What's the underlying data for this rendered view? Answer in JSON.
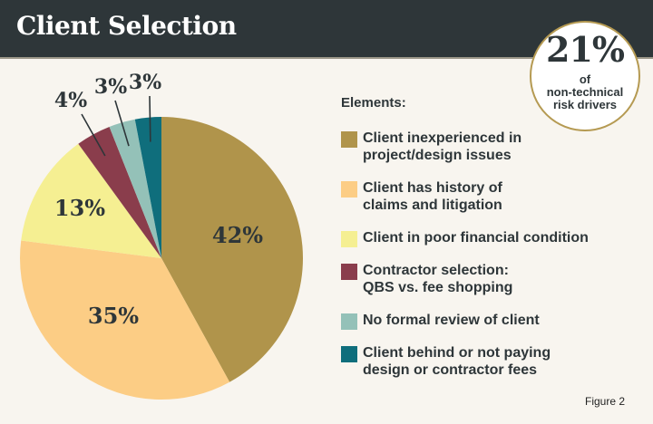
{
  "header": {
    "title": "Client Selection"
  },
  "badge": {
    "value": "21%",
    "line1": "of",
    "line2": "non-technical",
    "line3": "risk drivers"
  },
  "legend": {
    "title": "Elements:",
    "items": [
      {
        "label": "Client inexperienced in\nproject/design issues",
        "color": "#b0944b"
      },
      {
        "label": "Client has history of\nclaims and litigation",
        "color": "#fccd85"
      },
      {
        "label": "Client in poor financial condition",
        "color": "#f5ef92"
      },
      {
        "label": "Contractor selection:\nQBS vs. fee shopping",
        "color": "#8a3d4c"
      },
      {
        "label": "No formal review of client",
        "color": "#94c1b8"
      },
      {
        "label": "Client behind or not paying\ndesign or contractor fees",
        "color": "#0f6e7c"
      }
    ]
  },
  "figure_label": "Figure 2",
  "chart_data": {
    "type": "pie",
    "title": "Client Selection",
    "categories": [
      "Client inexperienced in project/design issues",
      "Client has history of claims and litigation",
      "Client in poor financial condition",
      "Contractor selection: QBS vs. fee shopping",
      "No formal review of client",
      "Client behind or not paying design or contractor fees"
    ],
    "values": [
      42,
      35,
      13,
      4,
      3,
      3
    ],
    "labels": [
      "42%",
      "35%",
      "13%",
      "4%",
      "3%",
      "3%"
    ],
    "colors": [
      "#b0944b",
      "#fccd85",
      "#f5ef92",
      "#8a3d4c",
      "#94c1b8",
      "#0f6e7c"
    ],
    "legend_title": "Elements:",
    "legend_position": "right",
    "annotation": "21% of non-technical risk drivers"
  }
}
